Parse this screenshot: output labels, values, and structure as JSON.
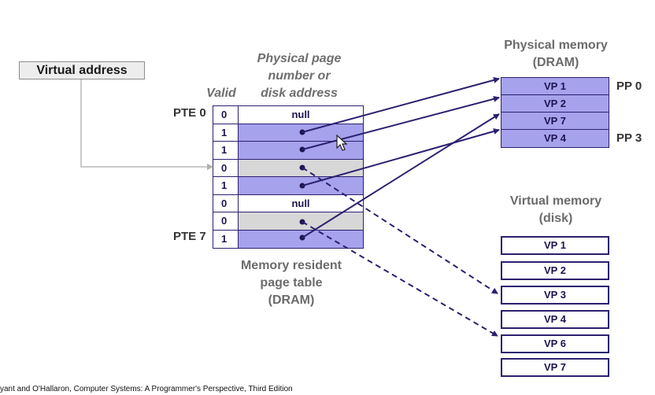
{
  "virtual_address_label": "Virtual address",
  "ppn_header": [
    "Physical page",
    "number or",
    "disk address"
  ],
  "valid_header": "Valid",
  "pte_first_label": "PTE 0",
  "pte_last_label": "PTE 7",
  "page_table": [
    {
      "valid": "0",
      "addr": "null"
    },
    {
      "valid": "1",
      "addr": ""
    },
    {
      "valid": "1",
      "addr": ""
    },
    {
      "valid": "0",
      "addr": ""
    },
    {
      "valid": "1",
      "addr": ""
    },
    {
      "valid": "0",
      "addr": "null"
    },
    {
      "valid": "0",
      "addr": ""
    },
    {
      "valid": "1",
      "addr": ""
    }
  ],
  "page_table_caption": [
    "Memory resident",
    "page table",
    "(DRAM)"
  ],
  "physical_memory_title": [
    "Physical memory",
    "(DRAM)"
  ],
  "physical_memory": [
    "VP 1",
    "VP 2",
    "VP 7",
    "VP 4"
  ],
  "pp_first_label": "PP 0",
  "pp_last_label": "PP 3",
  "virtual_memory_title": [
    "Virtual memory",
    "(disk)"
  ],
  "virtual_memory": [
    "VP 1",
    "VP 2",
    "VP 3",
    "VP 4",
    "VP 6",
    "VP 7"
  ],
  "footer": "yant and O'Hallaron, Computer Systems: A Programmer's Perspective, Third Edition"
}
